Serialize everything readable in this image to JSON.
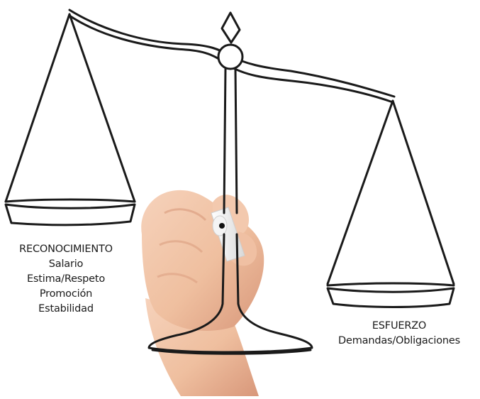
{
  "left_pan": {
    "lines": [
      "RECONOCIMIENTO",
      "Salario",
      "Estima/Respeto",
      "Promoción",
      "Estabilidad"
    ]
  },
  "right_pan": {
    "lines": [
      "ESFUERZO",
      "Demandas/Obligaciones"
    ]
  },
  "colors": {
    "background": "#ffffff",
    "ink": "#1a1a1a",
    "skin": "#f1c3a6",
    "skin_shadow": "#d99a7c",
    "marker_cap": "#f2f2f2"
  },
  "icons": {
    "scale": "balance-scale-icon",
    "hand": "hand-with-marker-icon"
  }
}
